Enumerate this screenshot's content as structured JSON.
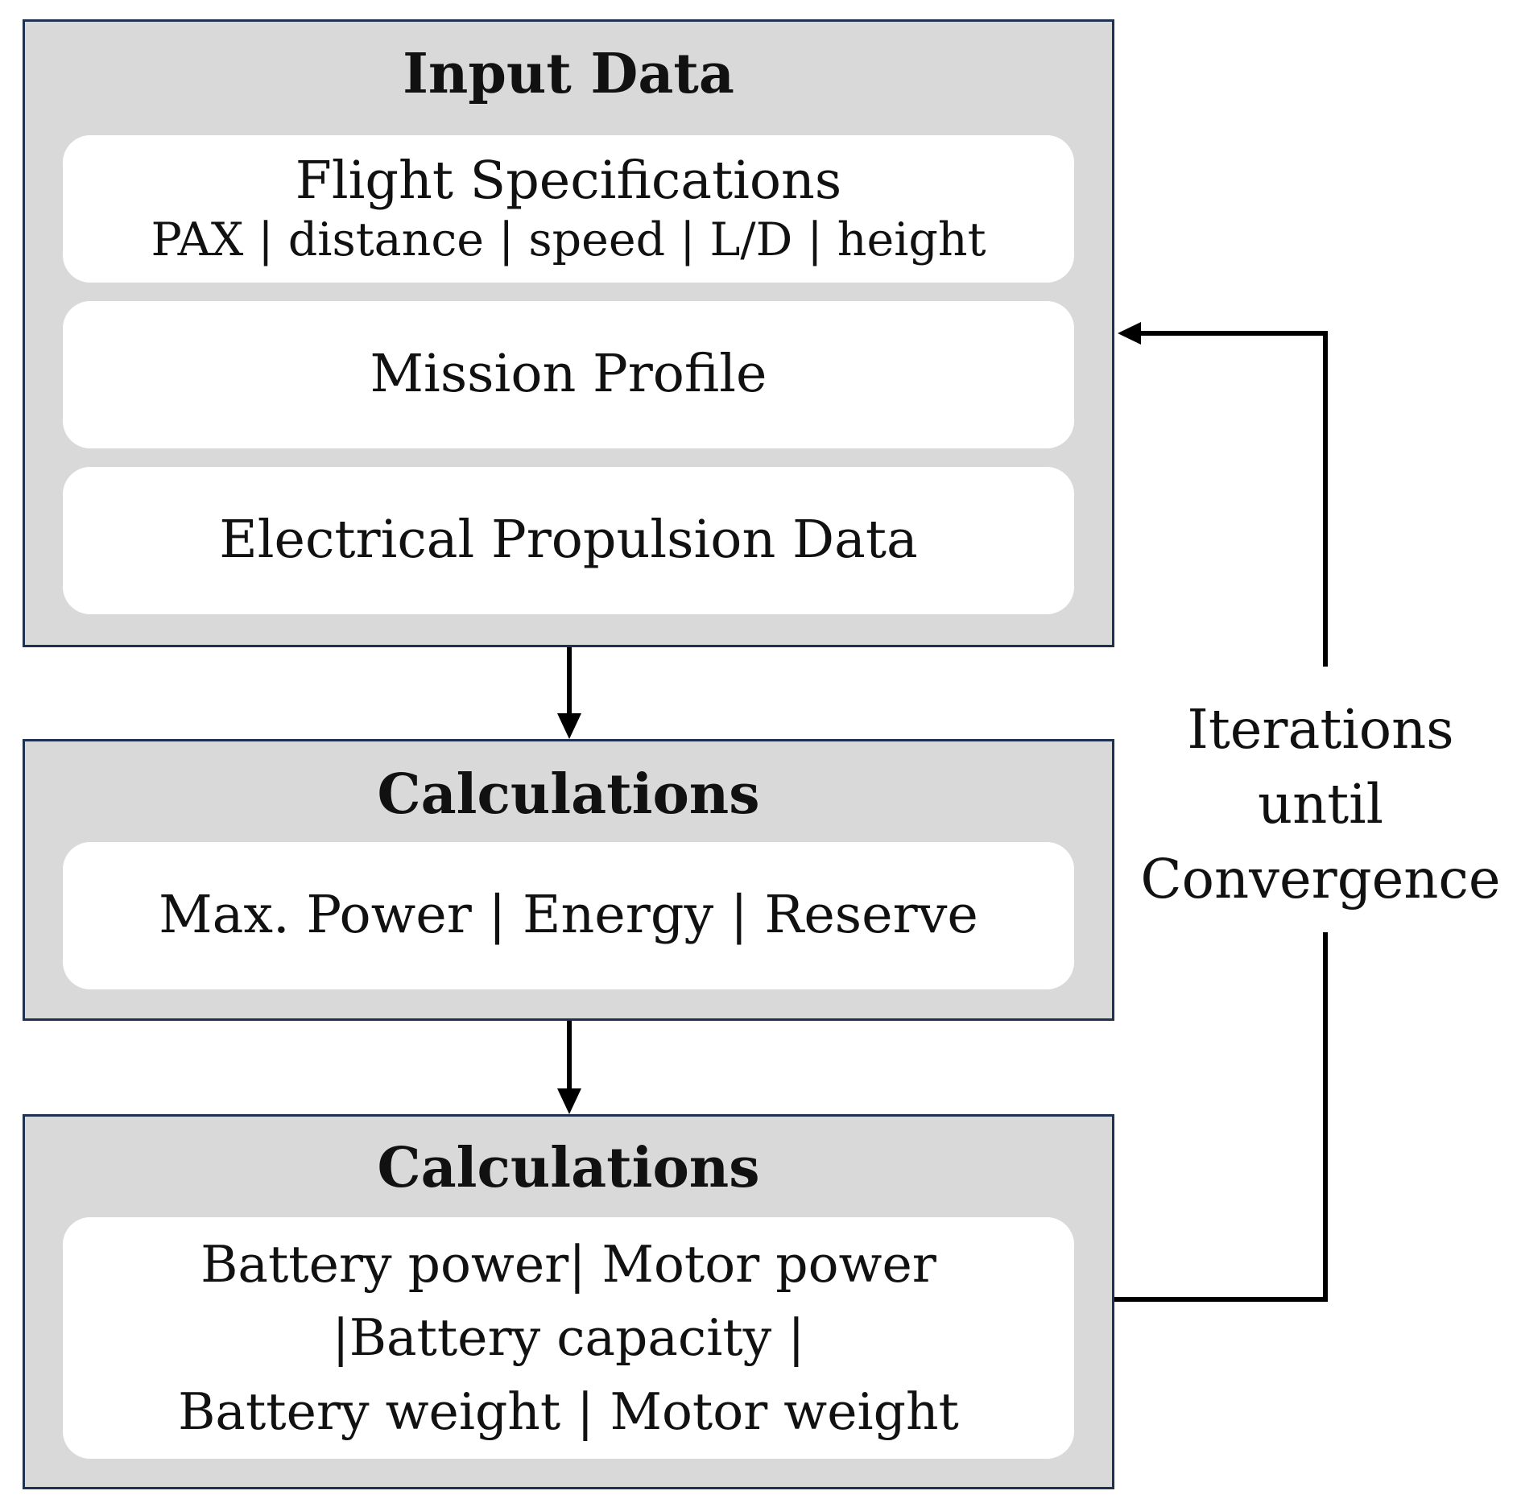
{
  "input_panel": {
    "title": "Input Data",
    "flight_specs": {
      "title": "Flight Specifications",
      "params": "PAX | distance | speed | L/D | height"
    },
    "mission_profile": "Mission Profile",
    "propulsion_data": "Electrical Propulsion Data"
  },
  "calc_panel_1": {
    "title": "Calculations",
    "items": "Max. Power | Energy | Reserve"
  },
  "calc_panel_2": {
    "title": "Calculations",
    "lines": [
      "Battery power| Motor power",
      "|Battery capacity |",
      "Battery weight | Motor weight"
    ]
  },
  "iteration_label": {
    "lines": [
      "Iterations",
      "until",
      "Convergence"
    ]
  }
}
